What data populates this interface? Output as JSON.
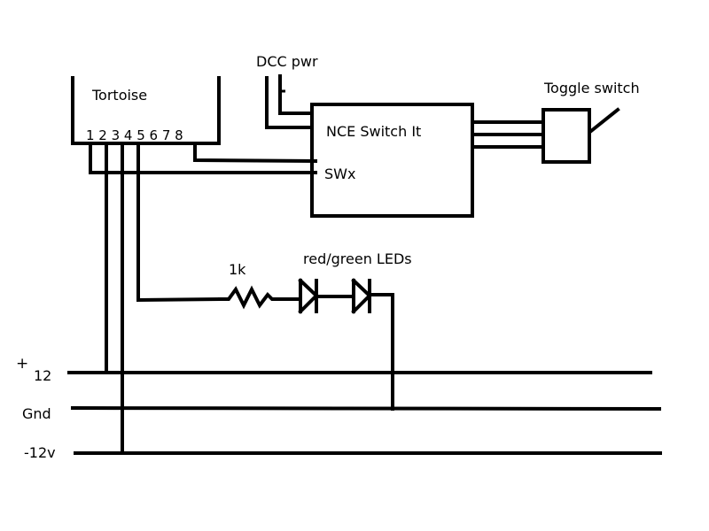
{
  "tortoise": {
    "title": "Tortoise",
    "pins": "1 2 3 4 5 6 7 8"
  },
  "dcc_power": {
    "label": "DCC pwr"
  },
  "switch_it": {
    "name": "NCE Switch It",
    "port_label": "SWx"
  },
  "toggle": {
    "label": "Toggle switch"
  },
  "resistor": {
    "label": "1k"
  },
  "leds": {
    "label": "red/green LEDs"
  },
  "power_rails": {
    "plus_symbol": "+",
    "plus_value": "12",
    "ground": "Gnd",
    "minus": "-12v"
  },
  "colors": {
    "ink": "#000000",
    "background": "#ffffff"
  }
}
